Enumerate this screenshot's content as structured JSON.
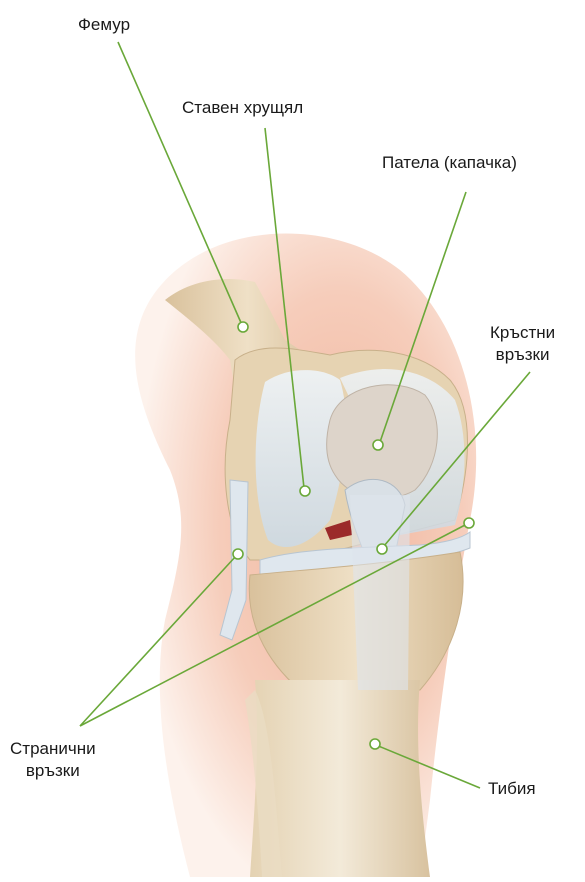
{
  "figure": {
    "labels": {
      "femur": "Фемур",
      "cartilage": "Ставен хрущял",
      "patella": "Патела (капачка)",
      "cruciate_line1": "Кръстни",
      "cruciate_line2": "връзки",
      "collateral_line1": "Странични",
      "collateral_line2": "връзки",
      "tibia": "Тибия"
    },
    "colors": {
      "leader_line": "#6aa839",
      "skin_shadow": "#f2c2ac",
      "bone": "#e8d6b8",
      "cartilage": "#dfe8f0"
    }
  }
}
